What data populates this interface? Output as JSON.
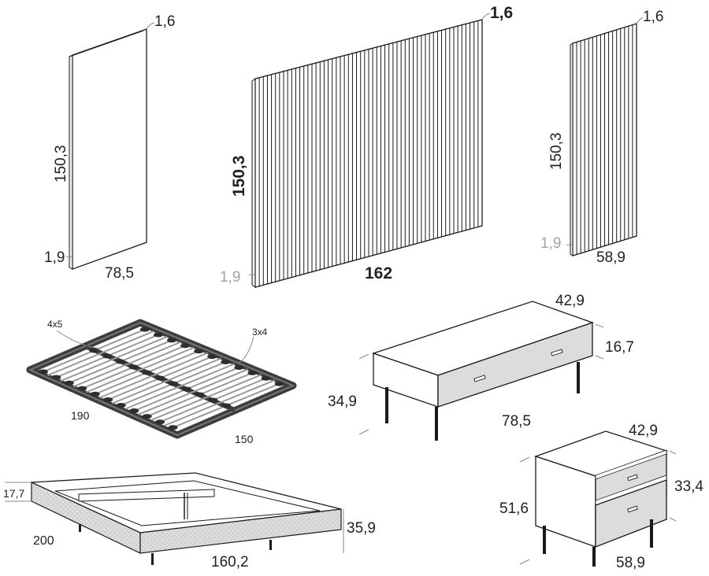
{
  "panel_plain": {
    "thickness": "1,6",
    "height": "150,3",
    "bottom_offset": "1,9",
    "width": "78,5"
  },
  "panel_slatted_large": {
    "thickness": "1,6",
    "height": "150,3",
    "bottom_offset": "1,9",
    "width": "162"
  },
  "panel_slatted_small": {
    "thickness": "1,6",
    "height": "150,3",
    "bottom_offset": "1,9",
    "width": "58,9"
  },
  "slat_base": {
    "corner_label_left": "4x5",
    "corner_label_right": "3x4",
    "length": "190",
    "width": "150"
  },
  "bed_frame": {
    "height_small": "17,7",
    "length": "200",
    "width": "160,2",
    "height_total": "35,9"
  },
  "bench_chest": {
    "depth": "42,9",
    "drawer_height": "16,7",
    "height": "34,9",
    "width": "78,5"
  },
  "nightstand": {
    "depth": "42,9",
    "drawer_block_height": "33,4",
    "height": "51,6",
    "width": "58,9"
  },
  "colors": {
    "line": "#1a1a1a",
    "dim_line": "#8a8a8a",
    "muted_text": "#a3a3a3",
    "fabric": "#d2d2d2",
    "slat_frame": "#3d3d3d",
    "drawer_face": "#dcdcdc"
  }
}
